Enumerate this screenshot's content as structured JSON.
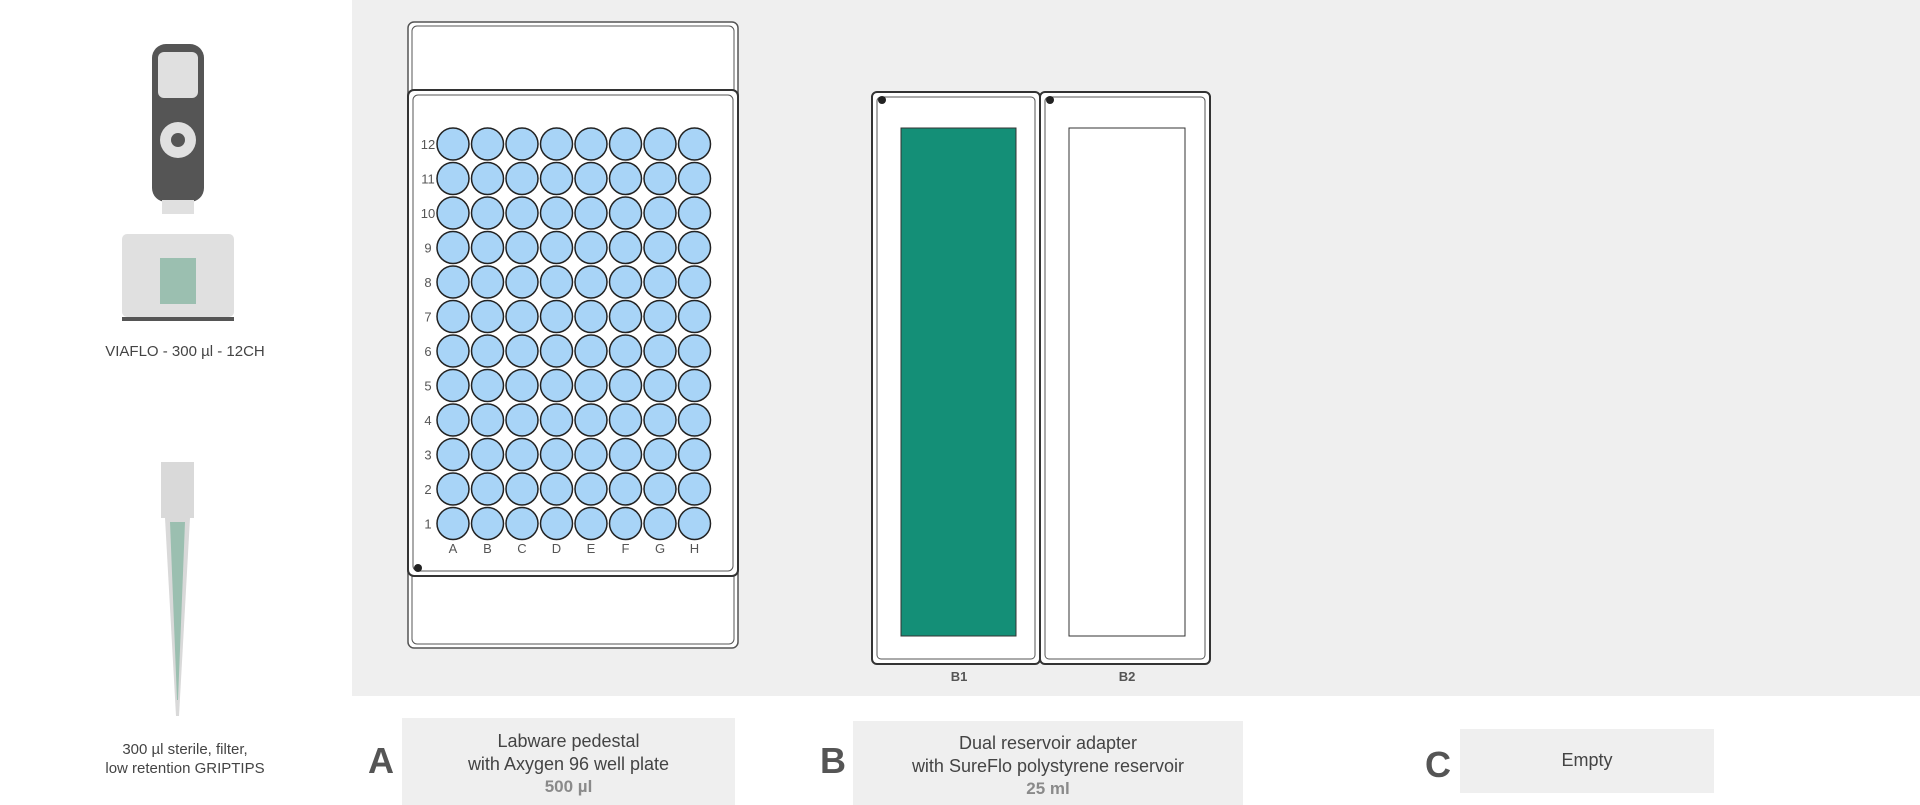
{
  "sidebar": {
    "pipette_label": "VIAFLO - 300 µl - 12CH",
    "tips_label_line1": "300 µl sterile, filter,",
    "tips_label_line2": "low retention GRIPTIPS"
  },
  "deck": {
    "plate": {
      "row_labels": [
        "12",
        "11",
        "10",
        "9",
        "8",
        "7",
        "6",
        "5",
        "4",
        "3",
        "2",
        "1"
      ],
      "col_labels": [
        "A",
        "B",
        "C",
        "D",
        "E",
        "F",
        "G",
        "H"
      ],
      "well_color": "#a8d4f7"
    },
    "reservoir": {
      "slot_labels": [
        "B1",
        "B2"
      ],
      "fill_color": "#148f77"
    }
  },
  "positions": [
    {
      "letter": "A",
      "line1": "Labware pedestal",
      "line2": "with Axygen 96 well plate",
      "volume": "500 µl"
    },
    {
      "letter": "B",
      "line1": "Dual reservoir adapter",
      "line2": "with SureFlo polystyrene reservoir",
      "volume": "25 ml"
    },
    {
      "letter": "C",
      "line1": "Empty"
    }
  ]
}
